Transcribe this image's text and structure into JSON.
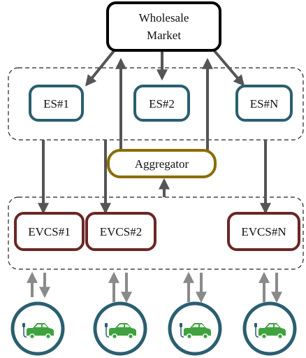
{
  "wholesale_market": {
    "line1": "Wholesale",
    "line2": "Market"
  },
  "energy_storage": [
    {
      "label": "ES#1"
    },
    {
      "label": "ES#2"
    },
    {
      "label": "ES#N"
    }
  ],
  "aggregator": {
    "label": "Aggregator"
  },
  "charging_stations": [
    {
      "label": "EVCS#1"
    },
    {
      "label": "EVCS#2"
    },
    {
      "label": "EVCS#N"
    }
  ],
  "colors": {
    "market_border": "#000000",
    "es_border": "#2a5f70",
    "aggregator_border": "#8a6d00",
    "evcs_border": "#6b2626",
    "arrow": "#555555",
    "arrow_light": "#8a8a8a",
    "car_circle": "#2a5f70",
    "car_body": "#3fa23f",
    "plug": "#2a5f70"
  },
  "ev_icons": [
    {
      "name": "ev-icon"
    },
    {
      "name": "ev-icon"
    },
    {
      "name": "ev-icon"
    },
    {
      "name": "ev-icon"
    }
  ]
}
